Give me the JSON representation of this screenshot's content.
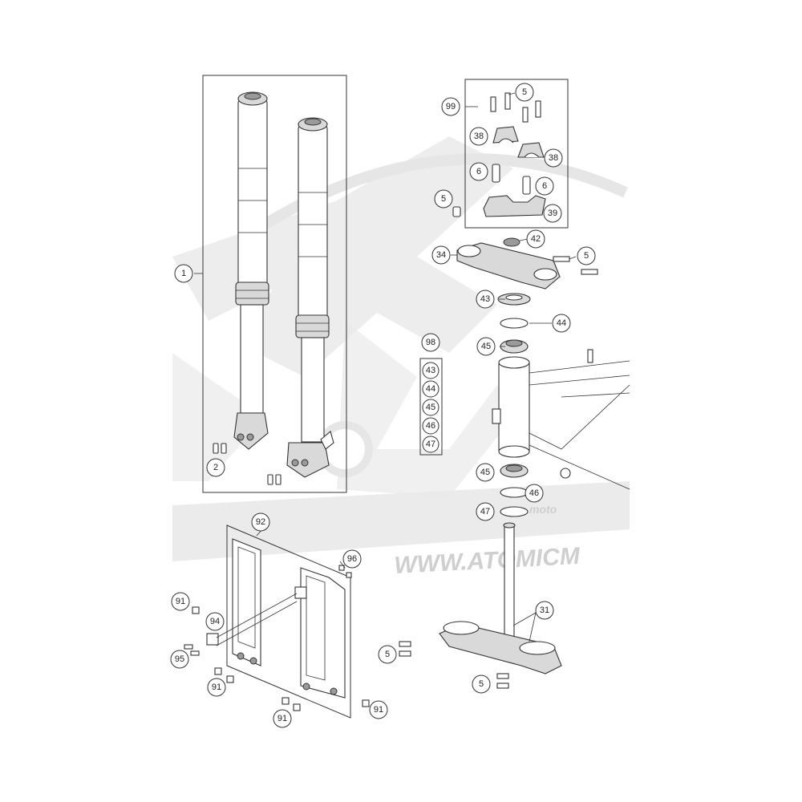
{
  "watermark": {
    "url_text": "WWW.ATOMICM",
    "logo_text": "moto"
  },
  "callouts": [
    {
      "id": "c1",
      "label": "1"
    },
    {
      "id": "c2",
      "label": "2"
    },
    {
      "id": "c5a",
      "label": "5"
    },
    {
      "id": "c5b",
      "label": "5"
    },
    {
      "id": "c5c",
      "label": "5"
    },
    {
      "id": "c5d",
      "label": "5"
    },
    {
      "id": "c5e",
      "label": "5"
    },
    {
      "id": "c6a",
      "label": "6"
    },
    {
      "id": "c6b",
      "label": "6"
    },
    {
      "id": "c31",
      "label": "31"
    },
    {
      "id": "c34",
      "label": "34"
    },
    {
      "id": "c38a",
      "label": "38"
    },
    {
      "id": "c38b",
      "label": "38"
    },
    {
      "id": "c39",
      "label": "39"
    },
    {
      "id": "c42",
      "label": "42"
    },
    {
      "id": "c43a",
      "label": "43"
    },
    {
      "id": "c44a",
      "label": "44"
    },
    {
      "id": "c45a",
      "label": "45"
    },
    {
      "id": "c45b",
      "label": "45"
    },
    {
      "id": "c46a",
      "label": "46"
    },
    {
      "id": "c47a",
      "label": "47"
    },
    {
      "id": "c91a",
      "label": "91"
    },
    {
      "id": "c91b",
      "label": "91"
    },
    {
      "id": "c91c",
      "label": "91"
    },
    {
      "id": "c91d",
      "label": "91"
    },
    {
      "id": "c92",
      "label": "92"
    },
    {
      "id": "c94",
      "label": "94"
    },
    {
      "id": "c95",
      "label": "95"
    },
    {
      "id": "c96",
      "label": "96"
    },
    {
      "id": "c98",
      "label": "98"
    },
    {
      "id": "c99",
      "label": "99"
    }
  ],
  "kit_98_items": [
    "43",
    "44",
    "45",
    "46",
    "47"
  ]
}
